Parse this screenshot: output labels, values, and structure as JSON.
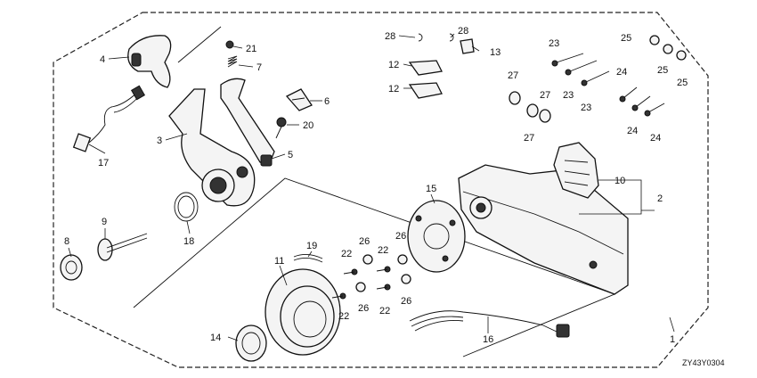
{
  "diagram": {
    "code": "ZY43Y0304",
    "callouts": {
      "c1": "1",
      "c2": "2",
      "c3": "3",
      "c4": "4",
      "c5": "5",
      "c6": "6",
      "c7": "7",
      "c8": "8",
      "c9": "9",
      "c10": "10",
      "c11": "11",
      "c12a": "12",
      "c12b": "12",
      "c13": "13",
      "c14": "14",
      "c15": "15",
      "c16": "16",
      "c17": "17",
      "c18": "18",
      "c19": "19",
      "c20": "20",
      "c21": "21",
      "c22a": "22",
      "c22b": "22",
      "c22c": "22",
      "c22d": "22",
      "c23a": "23",
      "c23b": "23",
      "c23c": "23",
      "c24a": "24",
      "c24b": "24",
      "c24c": "24",
      "c25a": "25",
      "c25b": "25",
      "c25c": "25",
      "c26a": "26",
      "c26b": "26",
      "c26c": "26",
      "c26d": "26",
      "c27a": "27",
      "c27b": "27",
      "c27c": "27",
      "c28a": "28",
      "c28b": "28"
    }
  }
}
